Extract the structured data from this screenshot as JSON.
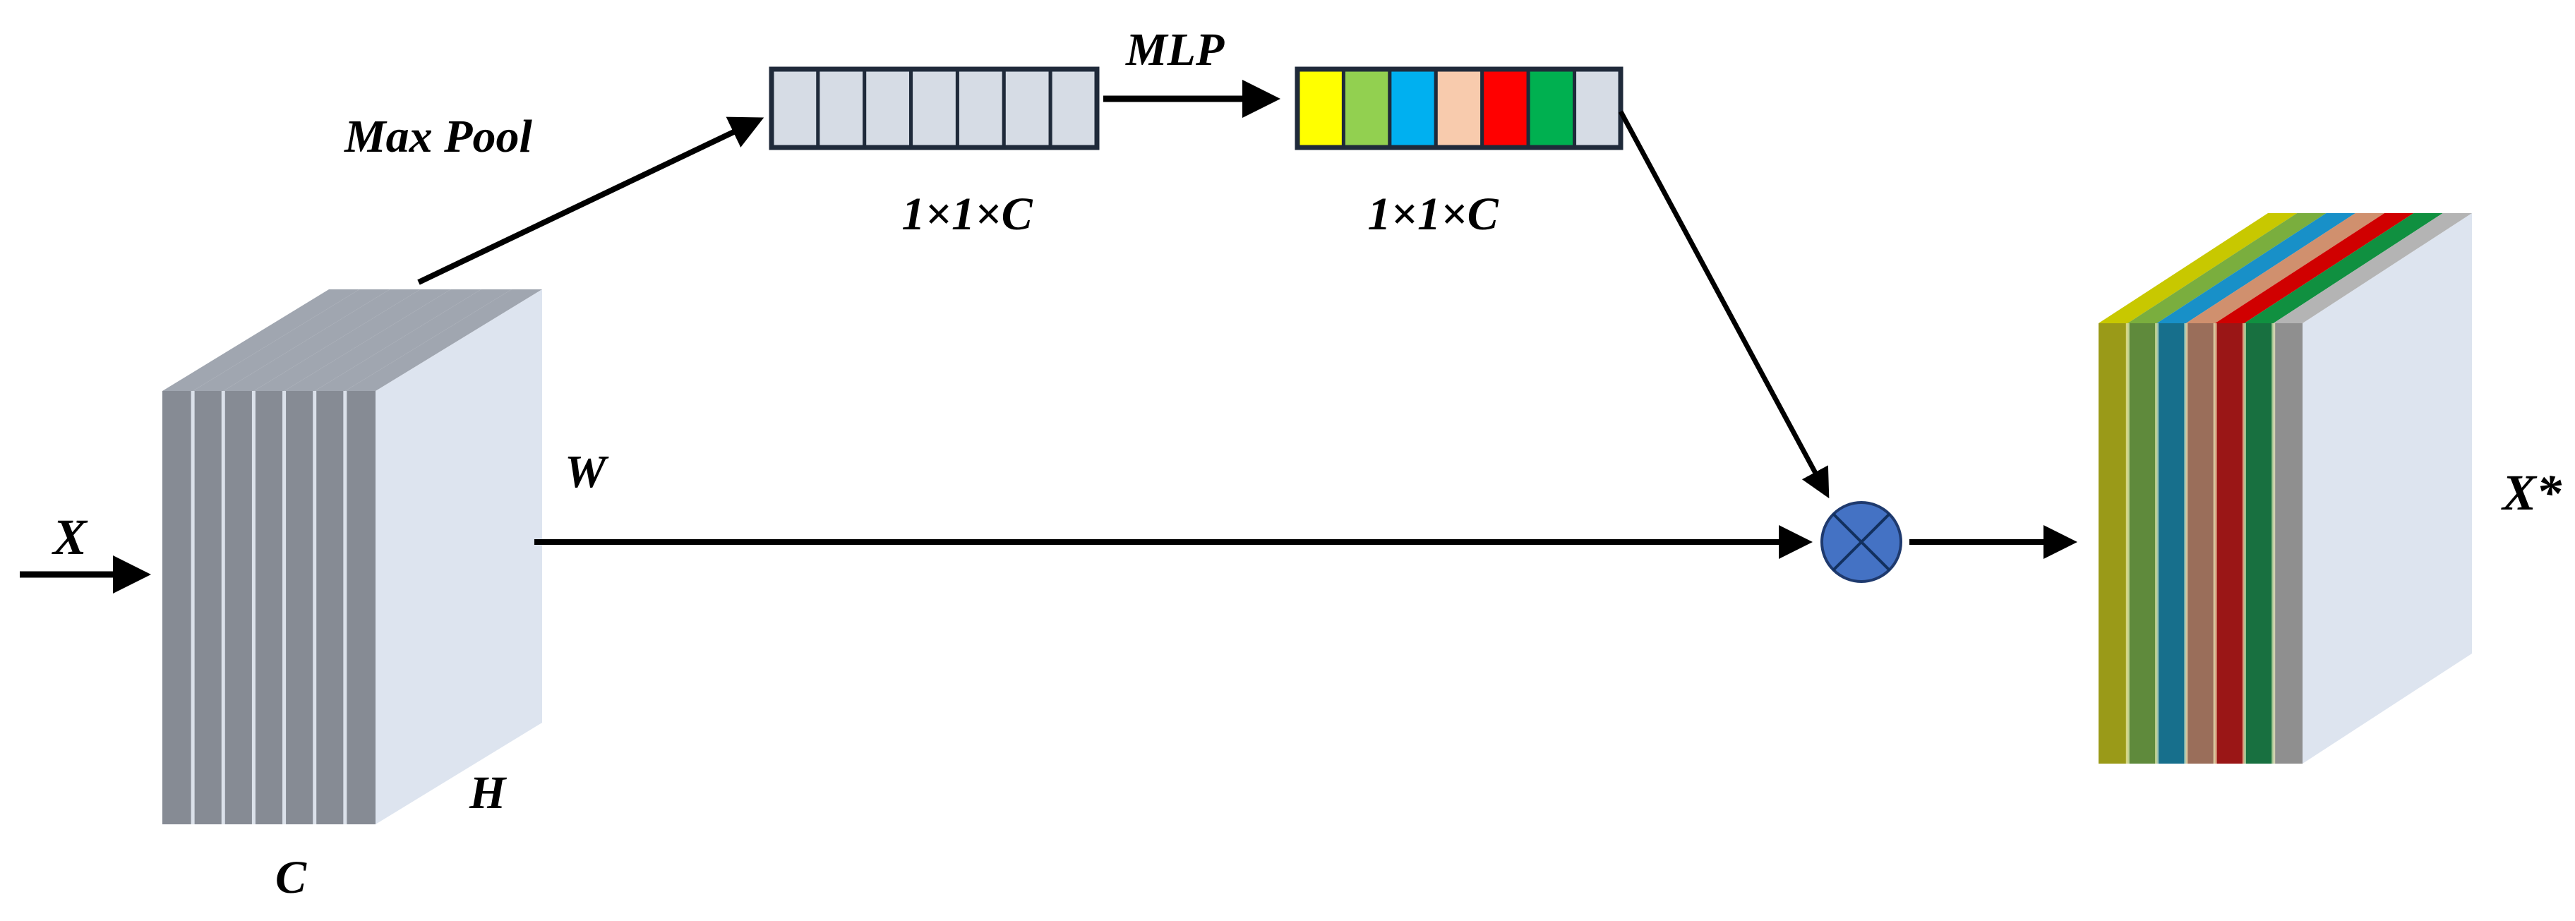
{
  "labels": {
    "input": "X",
    "output": "X*",
    "width": "W",
    "height": "H",
    "channels": "C",
    "max_pool": "Max Pool",
    "mlp": "MLP",
    "pooled_shape": "1×1×C",
    "weights_shape": "1×1×C"
  },
  "operator": {
    "icon": "multiply-circle-icon",
    "fill": "#4472c4"
  },
  "colors": {
    "input_slab_front": "#868b94",
    "input_slab_top": "#a0a6b0",
    "face": "#dde4ef",
    "vector_cell": "#d6dce5",
    "vector_border": "#1f2a3a",
    "weight_cells": [
      "#ffff00",
      "#92d050",
      "#00b0f0",
      "#f8cbad",
      "#ff0000",
      "#00b050",
      "#d6dce5"
    ],
    "output_slab_front": [
      "#9a9a18",
      "#5f8a3c",
      "#176f8c",
      "#9a6e5a",
      "#9a1616",
      "#187040",
      "#8f8f8f"
    ],
    "output_slab_top": [
      "#c8c800",
      "#7aae3e",
      "#1890c8",
      "#d0906e",
      "#d00000",
      "#109040",
      "#b4b4b4"
    ]
  }
}
